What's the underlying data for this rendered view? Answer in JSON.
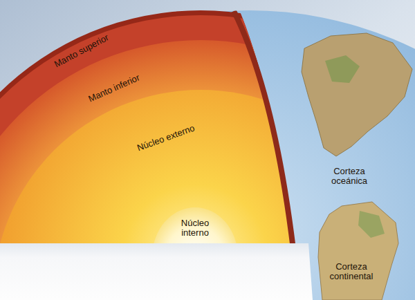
{
  "diagram": {
    "labels": [
      "Manto superior",
      "Manto inferior",
      "Núcleo externo",
      "Núcleo interno",
      "Corteza oceánica",
      "Corteza continental"
    ]
  }
}
